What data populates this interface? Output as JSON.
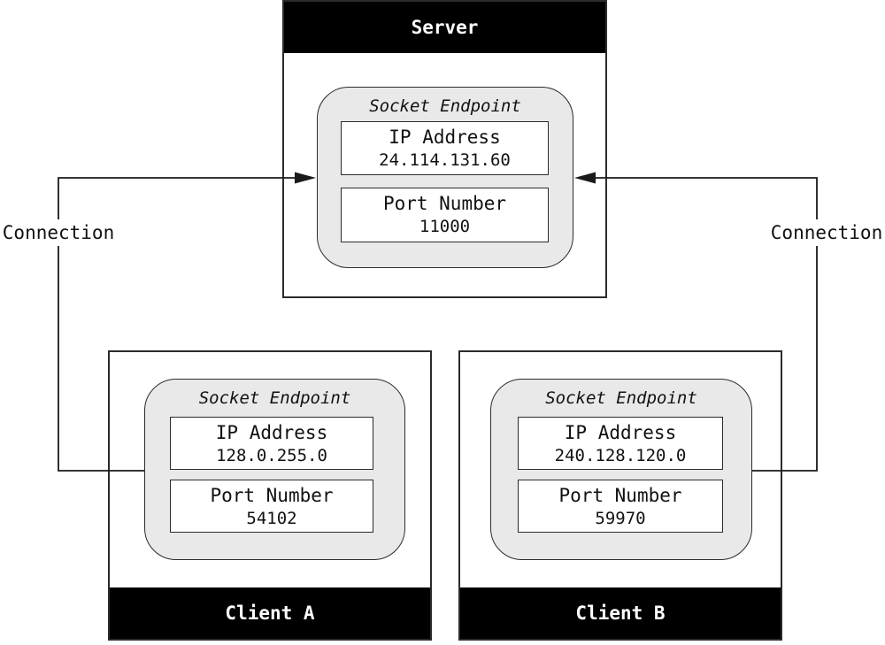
{
  "colors": {
    "background": "#ffffff",
    "line": "#1a1a1a",
    "box_border": "#2b2b2b",
    "band_bg": "#000000",
    "band_text": "#ffffff",
    "endpoint_fill": "#e9e9e9"
  },
  "server": {
    "title": "Server",
    "endpoint": {
      "title": "Socket Endpoint",
      "ip_label": "IP Address",
      "ip_value": "24.114.131.60",
      "port_label": "Port Number",
      "port_value": "11000"
    }
  },
  "client_a": {
    "title": "Client A",
    "endpoint": {
      "title": "Socket Endpoint",
      "ip_label": "IP Address",
      "ip_value": "128.0.255.0",
      "port_label": "Port Number",
      "port_value": "54102"
    }
  },
  "client_b": {
    "title": "Client B",
    "endpoint": {
      "title": "Socket Endpoint",
      "ip_label": "IP Address",
      "ip_value": "240.128.120.0",
      "port_label": "Port Number",
      "port_value": "59970"
    }
  },
  "connections": {
    "left": {
      "label": "Connection"
    },
    "right": {
      "label": "Connection"
    }
  }
}
